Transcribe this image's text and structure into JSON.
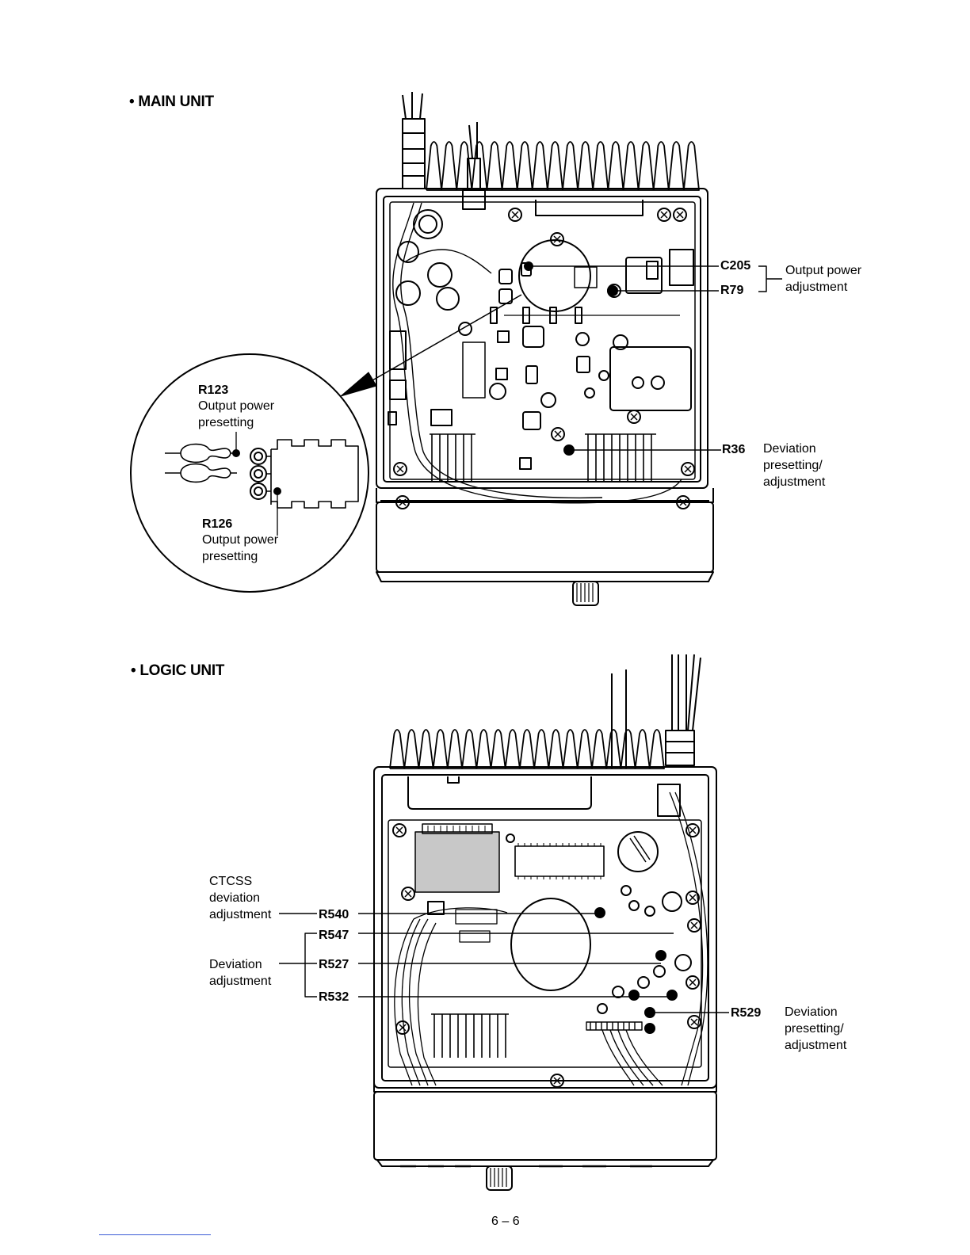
{
  "sections": {
    "main_unit": "• MAIN UNIT",
    "logic_unit": "• LOGIC UNIT"
  },
  "main_callouts": {
    "c205": "C205",
    "r79": "R79",
    "output_power_adjustment": [
      "Output power",
      "adjustment"
    ],
    "r36": "R36",
    "deviation_presetting_adjustment": [
      "Deviation",
      "presetting/",
      "adjustment"
    ],
    "r123": "R123",
    "r123_desc": [
      "Output power",
      "presetting"
    ],
    "r126": "R126",
    "r126_desc": [
      "Output power",
      "presetting"
    ]
  },
  "logic_callouts": {
    "ctcss_deviation_adjustment": [
      "CTCSS",
      "deviation",
      "adjustment"
    ],
    "r540": "R540",
    "r547": "R547",
    "r527": "R527",
    "r532": "R532",
    "deviation_adjustment": [
      "Deviation",
      "adjustment"
    ],
    "r529": "R529",
    "deviation_presetting_adjustment": [
      "Deviation",
      "presetting/",
      "adjustment"
    ]
  },
  "page_number": "6 – 6",
  "colors": {
    "ink": "#000000",
    "background": "#ffffff",
    "footer_rule": "#3b5bd6"
  }
}
